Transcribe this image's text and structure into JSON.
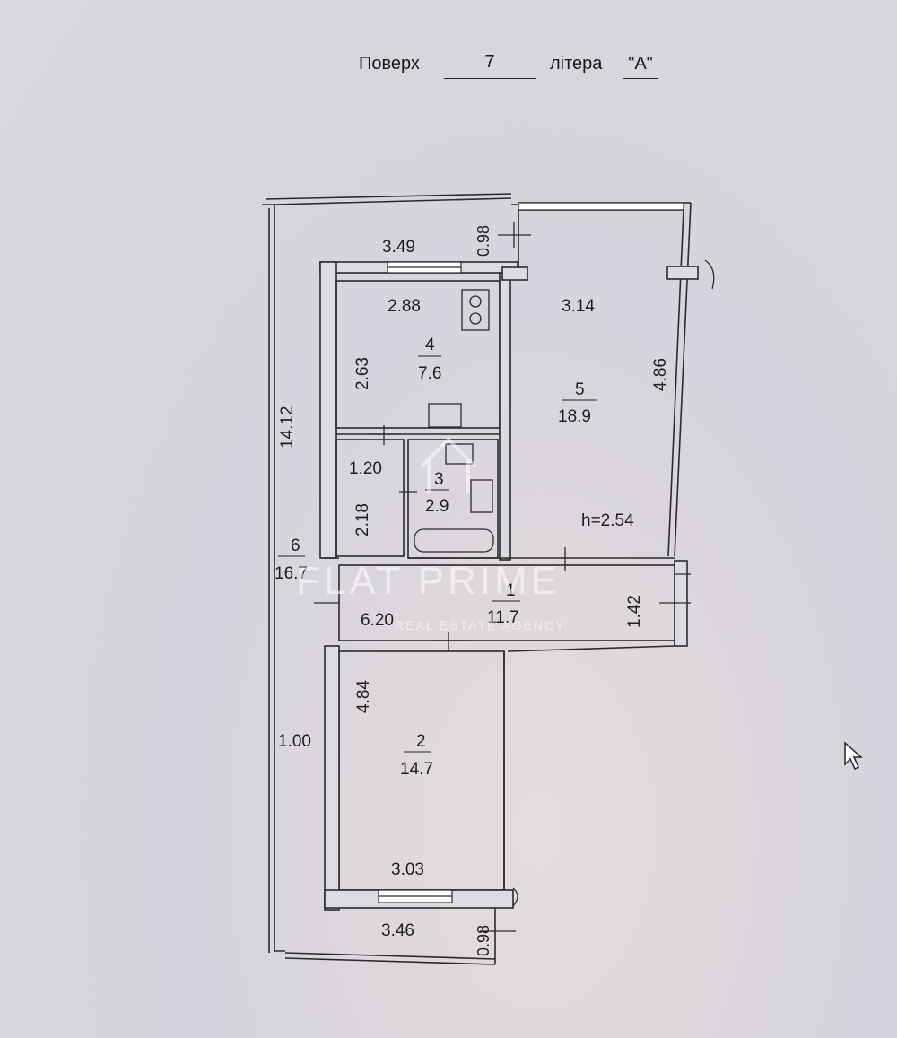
{
  "header": {
    "floor_label": "Поверх",
    "floor_value": "7",
    "letter_label": "літера",
    "letter_value": "\"А\""
  },
  "rooms": [
    {
      "number": "1",
      "area": "11.7"
    },
    {
      "number": "2",
      "area": "14.7"
    },
    {
      "number": "3",
      "area": "2.9"
    },
    {
      "number": "4",
      "area": "7.6"
    },
    {
      "number": "5",
      "area": "18.9"
    },
    {
      "number": "6",
      "area": "16.7"
    }
  ],
  "dimensions": {
    "top_balcony_width": "3.49",
    "top_balcony_depth": "0.98",
    "kitchen_width": "2.88",
    "kitchen_depth": "2.63",
    "room5_width": "3.14",
    "room5_depth": "4.86",
    "bath_width": "1.20",
    "bath_depth": "2.18",
    "ceiling_height": "h=2.54",
    "loggia_length": "14.12",
    "loggia_width": "1.00",
    "hall_length": "6.20",
    "hall_width": "1.42",
    "room2_depth": "4.84",
    "room2_width": "3.03",
    "bottom_balcony_width": "3.46",
    "bottom_balcony_depth": "0.98"
  },
  "watermark": {
    "brand": "FLAT PRIME",
    "tagline": "REAL ESTATE AGENCY"
  },
  "colors": {
    "paper": "#d8d8de",
    "wall": "#2a2a2a",
    "wall_fill": "#dcdbe1",
    "window_fill": "#ffffff"
  }
}
